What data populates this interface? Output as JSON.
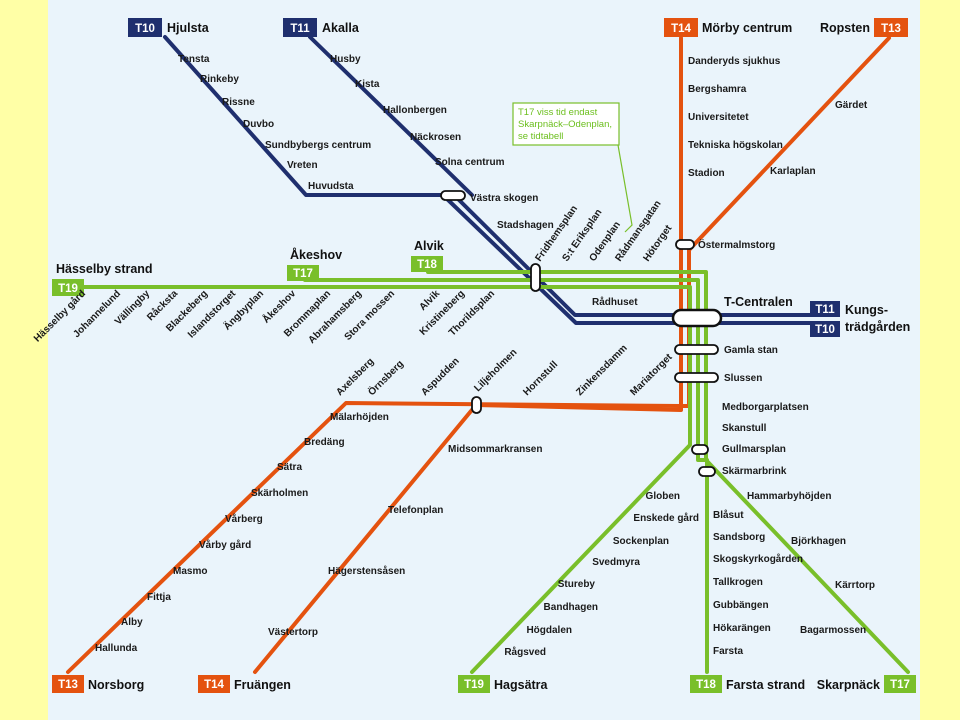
{
  "colors": {
    "page_bg": "#ffffa6",
    "map_bg": "#eaf4fb",
    "blue_line": "#1f2f6e",
    "red_line": "#e4520f",
    "green_line": "#79bf2a",
    "note_text": "#6cbf1e"
  },
  "terminals": {
    "hjulsta": {
      "line": "T10",
      "name": "Hjulsta",
      "color": "blue"
    },
    "akalla": {
      "line": "T11",
      "name": "Akalla",
      "color": "blue"
    },
    "morby": {
      "line": "T14",
      "name": "Mörby centrum",
      "color": "red"
    },
    "ropsten": {
      "line": "T13",
      "name": "Ropsten",
      "color": "red"
    },
    "hasselby": {
      "line": "T19",
      "name": "Hässelby strand",
      "color": "green"
    },
    "akeshov": {
      "line": "T17",
      "name": "Åkeshov",
      "color": "green"
    },
    "alvik": {
      "line": "T18",
      "name": "Alvik",
      "color": "green"
    },
    "kungs_t11": {
      "line": "T11",
      "color": "blue"
    },
    "kungs_t10": {
      "line": "T10",
      "color": "blue"
    },
    "kungs_name_1": "Kungs-",
    "kungs_name_2": "trädgården",
    "norsborg": {
      "line": "T13",
      "name": "Norsborg",
      "color": "red"
    },
    "fruangen": {
      "line": "T14",
      "name": "Fruängen",
      "color": "red"
    },
    "hagsatra": {
      "line": "T19",
      "name": "Hagsätra",
      "color": "green"
    },
    "farsta": {
      "line": "T18",
      "name": "Farsta strand",
      "color": "green"
    },
    "skarpnack": {
      "line": "T17",
      "name": "Skarpnäck",
      "color": "green"
    }
  },
  "hub": {
    "name": "T-Centralen"
  },
  "note": {
    "line1": "T17 viss tid endast",
    "line2": "Skarpnäck–Odenplan,",
    "line3": "se tidtabell"
  },
  "stations": {
    "tensta": "Tensta",
    "rinkeby": "Rinkeby",
    "rissne": "Rissne",
    "duvbo": "Duvbo",
    "sundbyberg": "Sundbybergs centrum",
    "vreten": "Vreten",
    "huvudsta": "Huvudsta",
    "husby": "Husby",
    "kista": "Kista",
    "hallonbergen": "Hallonbergen",
    "nackrosen": "Näckrosen",
    "solna": "Solna centrum",
    "vastra_skogen": "Västra skogen",
    "stadshagen": "Stadshagen",
    "fridhemsplan": "Fridhemsplan",
    "st_eriksplan": "S:t Eriksplan",
    "odenplan": "Odenplan",
    "radmansgatan": "Rådmansgatan",
    "hotorget": "Hötorget",
    "radhuset": "Rådhuset",
    "danderyd": "Danderyds sjukhus",
    "bergshamra": "Bergshamra",
    "universitetet": "Universitetet",
    "tekniska": "Tekniska högskolan",
    "stadion": "Stadion",
    "gardet": "Gärdet",
    "karlaplan": "Karlaplan",
    "ostermalmstorg": "Östermalmstorg",
    "gamla_stan": "Gamla stan",
    "slussen": "Slussen",
    "medborgarplatsen": "Medborgarplatsen",
    "skanstull": "Skanstull",
    "gullmarsplan": "Gullmarsplan",
    "skarmarbrink": "Skärmarbrink",
    "hasselby_gard": "Hässelby gård",
    "johannelund": "Johannelund",
    "vallingby": "Vällingby",
    "racksta": "Råcksta",
    "blackeberg": "Blackeberg",
    "islandstorget": "Islandstorget",
    "angbyplan": "Ängbyplan",
    "akeshov_s": "Åkeshov",
    "brommaplan": "Brommaplan",
    "abrahamsberg": "Abrahamsberg",
    "stora_mossen": "Stora mossen",
    "alvik_s": "Alvik",
    "kristineberg": "Kristineberg",
    "thorildsplan": "Thorildsplan",
    "axelsberg": "Axelsberg",
    "ornsberg": "Örnsberg",
    "aspudden": "Aspudden",
    "liljeholmen": "Liljeholmen",
    "hornstull": "Hornstull",
    "zinkensdamm": "Zinkensdamm",
    "mariatorget": "Mariatorget",
    "malarhojden": "Mälarhöjden",
    "bredang": "Bredäng",
    "satra": "Sätra",
    "skarholmen": "Skärholmen",
    "varberg": "Vårberg",
    "varby_gard": "Vårby gård",
    "masmo": "Masmo",
    "fittja": "Fittja",
    "alby": "Alby",
    "hallunda": "Hallunda",
    "midsommarkransen": "Midsommarkransen",
    "telefonplan": "Telefonplan",
    "hagerstensasen": "Hägerstensåsen",
    "vastertorp": "Västertorp",
    "globen": "Globen",
    "enskede": "Enskede gård",
    "sockenplan": "Sockenplan",
    "svedmyra": "Svedmyra",
    "stureby": "Stureby",
    "bandhagen": "Bandhagen",
    "hogdalen": "Högdalen",
    "ragsved": "Rågsved",
    "blasut": "Blåsut",
    "sandsborg": "Sandsborg",
    "skogskyrkogarden": "Skogskyrkogården",
    "tallkrogen": "Tallkrogen",
    "gubbangen": "Gubbängen",
    "hokarangen": "Hökarängen",
    "farsta_s": "Farsta",
    "hammarbyhojden": "Hammarbyhöjden",
    "bjorkhagen": "Björkhagen",
    "karrtorp": "Kärrtorp",
    "bagarmossen": "Bagarmossen"
  }
}
